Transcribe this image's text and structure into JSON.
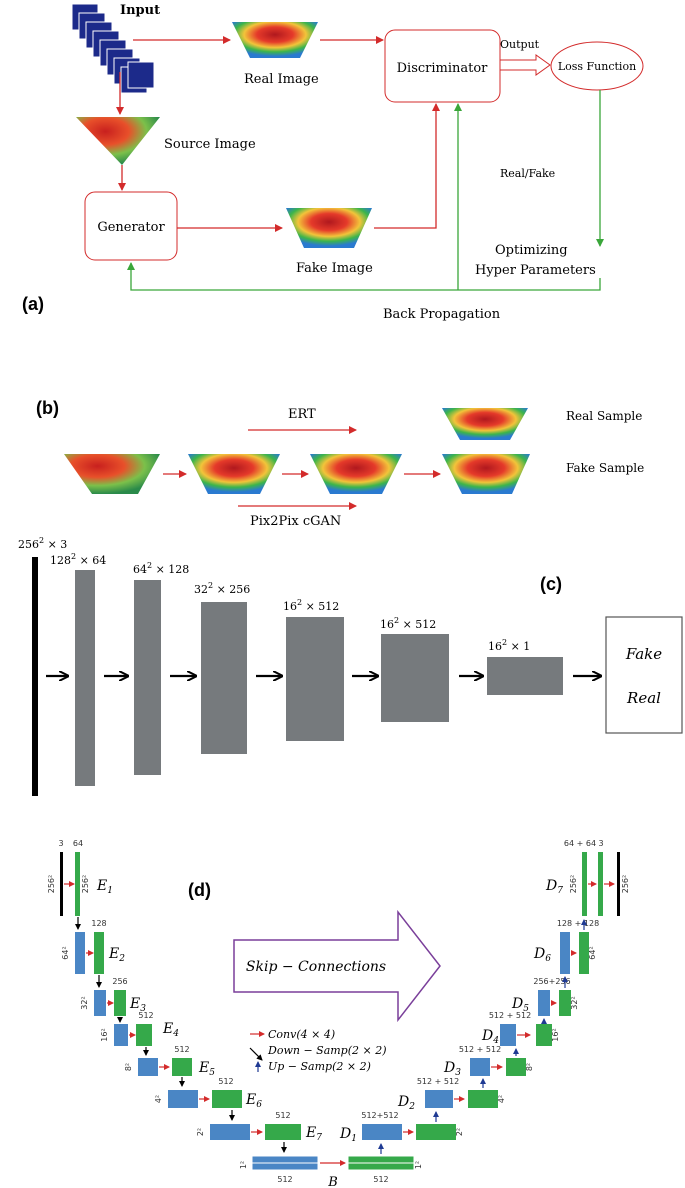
{
  "panel_a": {
    "label": "(a)",
    "input": "Input",
    "real_image": "Real Image",
    "source_image": "Source Image",
    "generator": "Generator",
    "fake_image": "Fake Image",
    "discriminator": "Discriminator",
    "output": "Output",
    "loss_function": "Loss Function",
    "real_fake": "Real/Fake",
    "optimizing_1": "Optimizing",
    "optimizing_2": "Hyper Parameters",
    "back_propagation": "Back Propagation"
  },
  "panel_b": {
    "label": "(b)",
    "ert": "ERT",
    "pix2pix": "Pix2Pix cGAN",
    "real_sample": "Real Sample",
    "fake_sample": "Fake Sample"
  },
  "panel_c": {
    "label": "(c)",
    "dims": [
      "256",
      "128",
      "64",
      "32",
      "16",
      "16",
      "16"
    ],
    "dims_suffix": [
      "× 3",
      "× 64",
      "× 128",
      "× 256",
      "× 512",
      "× 512",
      "× 1"
    ],
    "sup": "2",
    "out_fake": "Fake",
    "out_real": "Real"
  },
  "panel_d": {
    "label": "(d)",
    "skip": "Skip − Connections",
    "legend_conv": "Conv(4 × 4)",
    "legend_down": "Down − Samp(2 × 2)",
    "legend_up": "Up − Samp(2 × 2)",
    "enc_labels": [
      "E",
      "E",
      "E",
      "E",
      "E",
      "E",
      "E"
    ],
    "enc_subs": [
      "1",
      "2",
      "3",
      "4",
      "5",
      "6",
      "7"
    ],
    "dec_labels": [
      "D",
      "D",
      "D",
      "D",
      "D",
      "D",
      "D"
    ],
    "dec_subs": [
      "1",
      "2",
      "3",
      "4",
      "5",
      "6",
      "7"
    ],
    "bottleneck": "B",
    "enc_channels": [
      "3",
      "64",
      "128",
      "256",
      "512",
      "512",
      "512",
      "512"
    ],
    "enc_sizes": [
      "256²",
      "256²",
      "64²",
      "32²",
      "16²",
      "8²",
      "4²",
      "2²",
      "1²"
    ],
    "dec_channels": [
      "512+512",
      "512 + 512",
      "512 + 512",
      "512 + 512",
      "256+256",
      "128 + 128",
      "64 + 64",
      "3"
    ],
    "dec_sizes": [
      "2²",
      "4²",
      "8²",
      "16²",
      "32²",
      "64²",
      "256²",
      "256²"
    ],
    "bottom_left": "512",
    "bottom_right": "512",
    "bottom_size": "1²"
  },
  "colors": {
    "red": "#d32b2b",
    "green": "#3aa63a",
    "gray": "#767a7d",
    "blue": "#4a86c5",
    "dgreen": "#35a94a",
    "purple": "#7a3f9a",
    "navy": "#1f3a93"
  }
}
